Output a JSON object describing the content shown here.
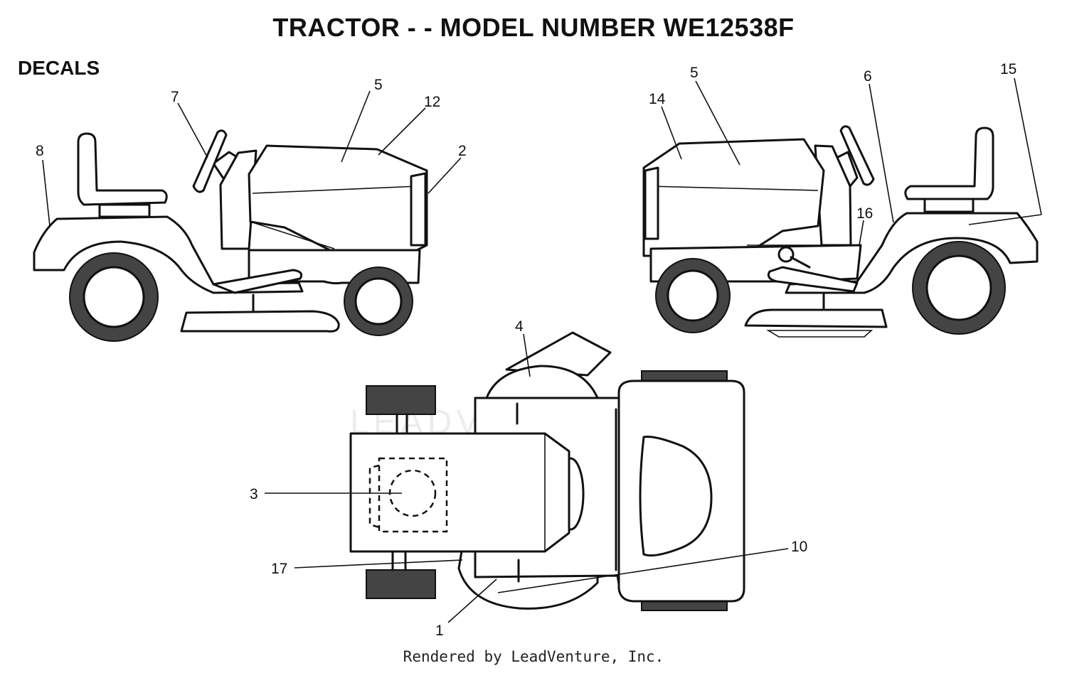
{
  "header": {
    "title": "TRACTOR - - MODEL NUMBER WE12538F"
  },
  "section_label": "DECALS",
  "callouts": {
    "left_view": [
      "8",
      "7",
      "5",
      "12",
      "2"
    ],
    "right_view": [
      "14",
      "5",
      "6",
      "15",
      "16"
    ],
    "top_view": [
      "4",
      "3",
      "17",
      "10",
      "1"
    ]
  },
  "watermark": "LEADVENTURE",
  "footer": {
    "credit": "Rendered by LeadVenture, Inc."
  }
}
